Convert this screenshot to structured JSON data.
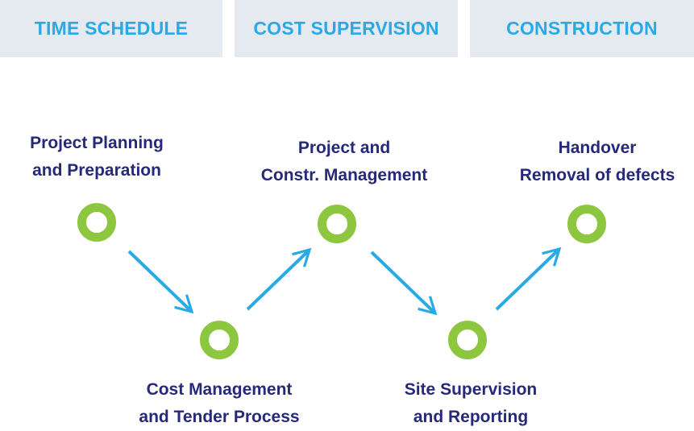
{
  "tabs": [
    {
      "label": "TIME SCHEDULE"
    },
    {
      "label": "COST SUPERVISION"
    },
    {
      "label": "CONSTRUCTION"
    }
  ],
  "steps": [
    {
      "line1": "Project Planning",
      "line2": "and Preparation"
    },
    {
      "line1": "Cost Management",
      "line2": "and Tender Process"
    },
    {
      "line1": "Project and",
      "line2": "Constr. Management"
    },
    {
      "line1": "Site Supervision",
      "line2": "and Reporting"
    },
    {
      "line1": "Handover",
      "line2": "Removal of defects"
    }
  ],
  "colors": {
    "tab_background": "#e4eaf0",
    "tab_text": "#29a9e6",
    "label_text": "#26297a",
    "node_ring": "#8dc63f",
    "arrow": "#29a9e6"
  }
}
